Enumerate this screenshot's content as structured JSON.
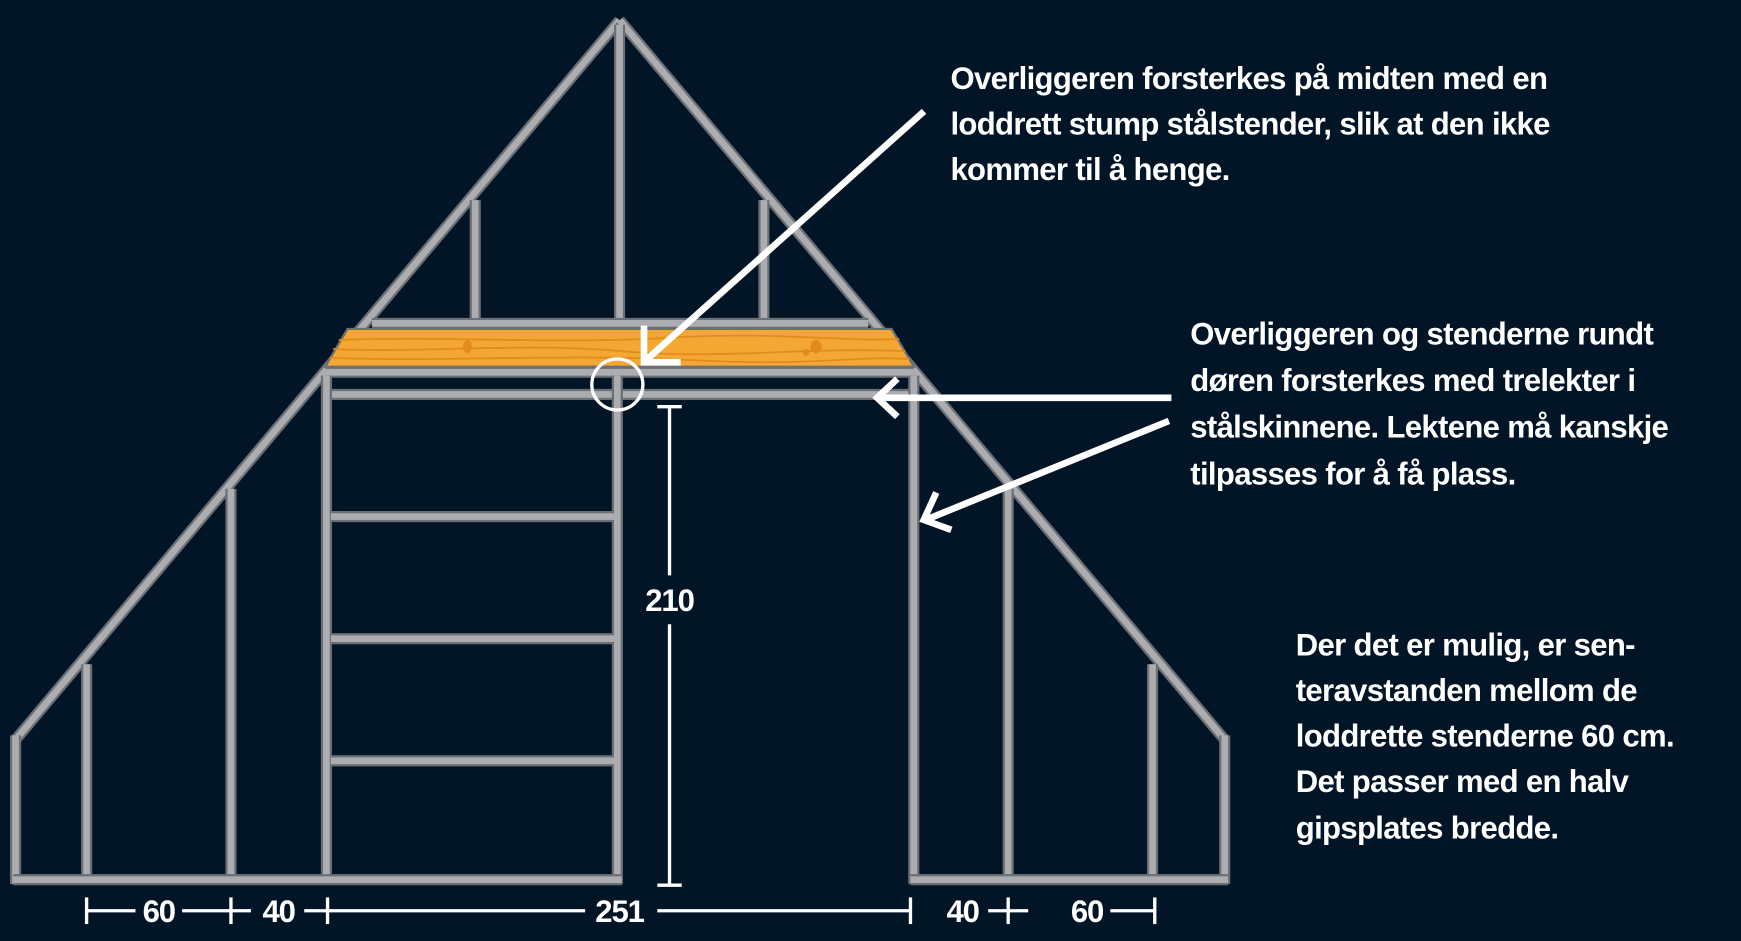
{
  "annotations": {
    "note_top": [
      "Overliggeren forsterkes på midten med en",
      "loddrett stump stålstender, slik at den ikke",
      "kommer til å henge."
    ],
    "note_middle": [
      "Overliggeren og stenderne rundt",
      "døren forsterkes med trelekter i",
      "stålskinnene. Lektene må kanskje",
      "tilpasses for å få plass."
    ],
    "note_bottom": [
      "Der det er mulig, er sen-",
      "teravstanden mellom de",
      "loddrette stenderne 60 cm.",
      "Det passer med en halv",
      "gipsplates bredde."
    ]
  },
  "dimensions": {
    "width_left_outer": "60",
    "width_left_inner": "40",
    "door_span": "251",
    "width_right_inner": "40",
    "width_right_outer": "60",
    "door_height": "210"
  },
  "colors": {
    "background": "#021526",
    "steel": "#abadb0",
    "steel_edge": "#6c7075",
    "wood": "#f5a733",
    "wood_grain": "#e08b1c",
    "annotation": "#ffffff"
  }
}
